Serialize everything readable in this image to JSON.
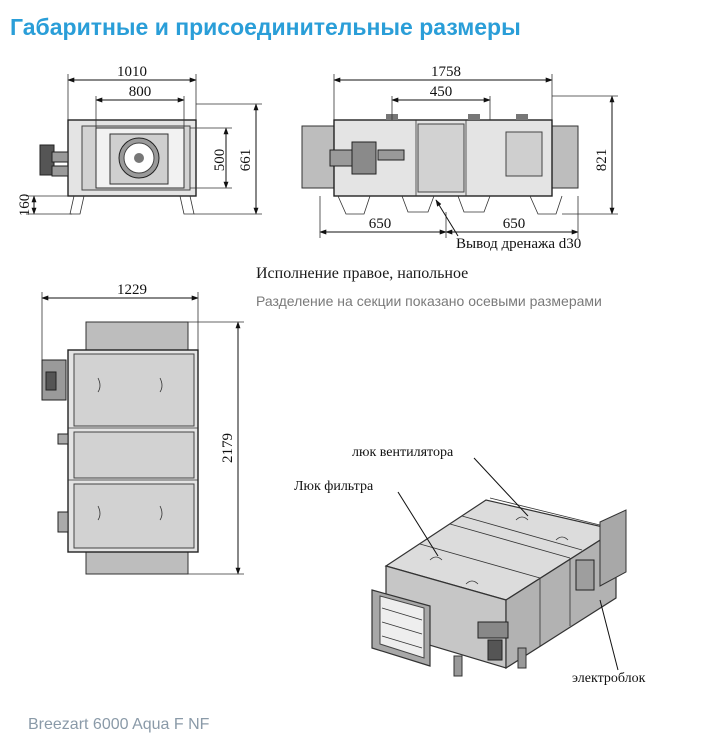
{
  "title": "Габаритные и присоединительные размеры",
  "variant": "Исполнение правое, напольное",
  "note": "Разделение на секции показано осевыми размерами",
  "footer": "Breezart 6000 Aqua F NF",
  "dims": {
    "front_overall_width": "1010",
    "front_duct_width": "800",
    "front_duct_height": "500",
    "front_overall_height": "661",
    "front_leg_height": "160",
    "side_overall_length": "1758",
    "side_center_section": "450",
    "side_left_section": "650",
    "side_right_section": "650",
    "side_overall_height": "821",
    "top_overall_width": "1229",
    "top_overall_length": "2179"
  },
  "labels": {
    "drain": "Вывод дренажа d30",
    "fan_hatch": "люк вентилятора",
    "filter_hatch": "Люк фильтра",
    "electric_block": "электроблок"
  }
}
